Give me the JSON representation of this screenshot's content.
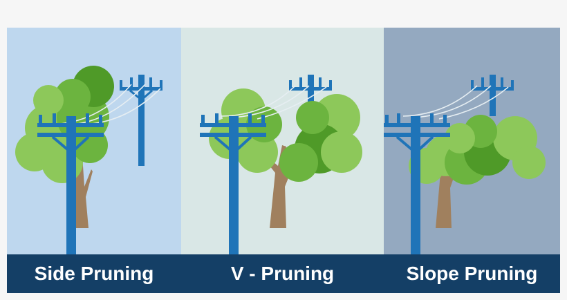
{
  "panels": [
    {
      "label": "Side Pruning",
      "background": "#bed7ee"
    },
    {
      "label": "V - Pruning",
      "background": "#d9e7e6"
    },
    {
      "label": "Slope Pruning",
      "background": "#94a9c0"
    }
  ],
  "colors": {
    "label_bar": "#143f66",
    "label_text": "#ffffff",
    "pole": "#1f74b8",
    "trunk": "#a0805e",
    "leaf_light": "#8dc85a",
    "leaf_mid": "#6cb43f",
    "leaf_dark": "#4f9a28",
    "wire": "#e6eef2"
  },
  "icons": [
    "utility-pole-icon",
    "tree-icon",
    "power-line-icon"
  ]
}
